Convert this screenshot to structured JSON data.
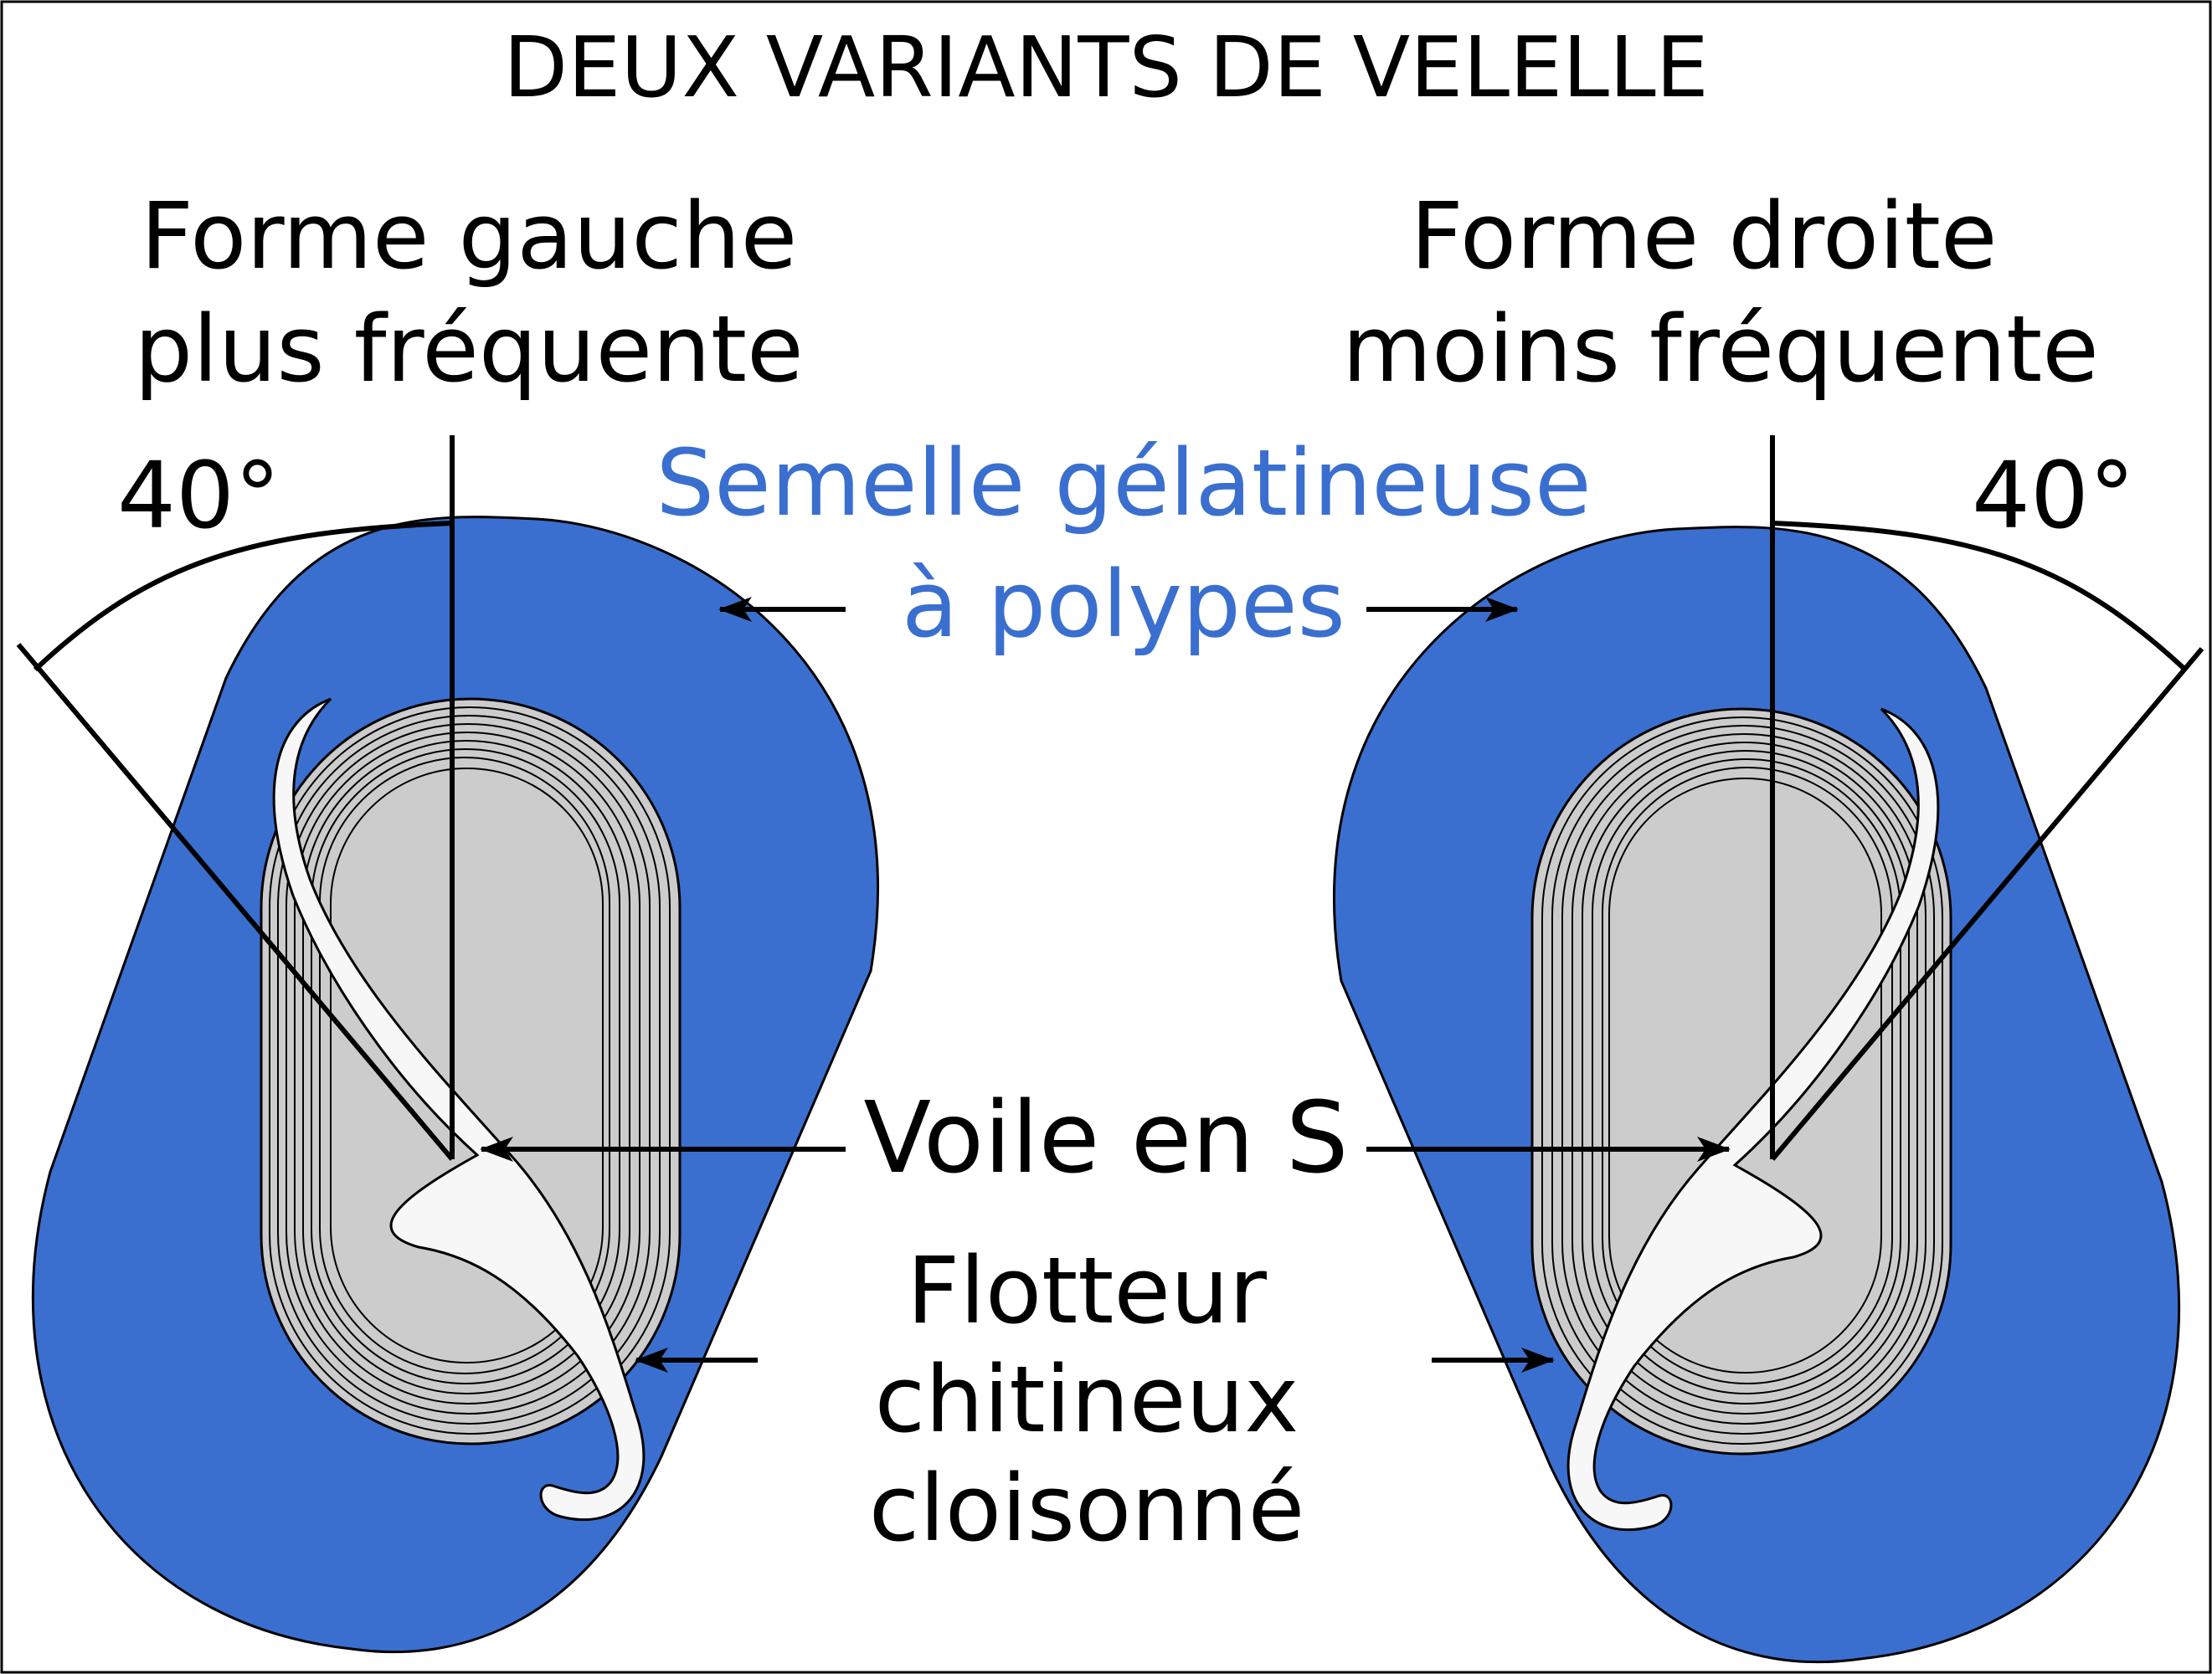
{
  "title": "DEUX VARIANTS DE VELELLE",
  "left": {
    "heading_line1": "Forme gauche",
    "heading_line2": "plus fréquente",
    "angle": "40°"
  },
  "right": {
    "heading_line1": "Forme droite",
    "heading_line2": "moins fréquente",
    "angle": "40°"
  },
  "labels": {
    "sole_line1": "Semelle gélatineuse",
    "sole_line2": "à polypes",
    "sail": "Voile en S",
    "float_line1": "Flotteur",
    "float_line2": "chitineux",
    "float_line3": "cloisonné"
  },
  "colors": {
    "sole": "#3a6fcf",
    "float": "#cccccc",
    "sail": "#f7f7f7",
    "accent_text": "#3a6fcf",
    "text": "#000000"
  }
}
